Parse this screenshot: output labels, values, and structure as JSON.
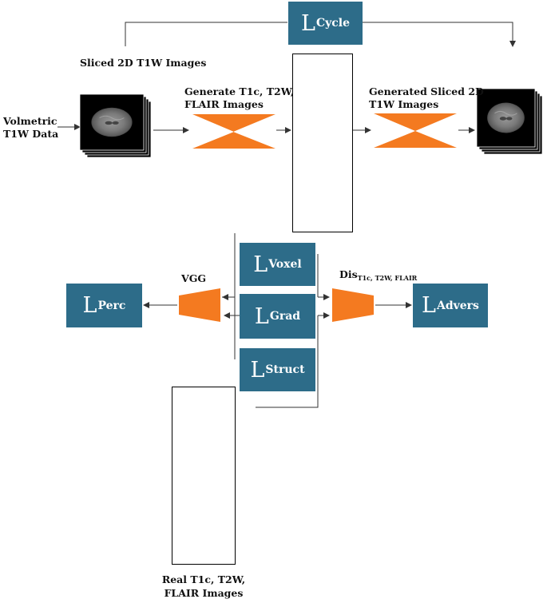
{
  "losses": {
    "cycle": {
      "symbol": "L",
      "sub": "Cycle"
    },
    "voxel": {
      "symbol": "L",
      "sub": "Voxel"
    },
    "grad": {
      "symbol": "L",
      "sub": "Grad"
    },
    "struct": {
      "symbol": "L",
      "sub": "Struct"
    },
    "perc": {
      "symbol": "L",
      "sub": "Perc"
    },
    "advers": {
      "symbol": "L",
      "sub": "Advers"
    }
  },
  "labels": {
    "sliced_2d_t1w": "Sliced 2D T1W Images",
    "volumetric_line1": "Volmetric",
    "volumetric_line2": "T1W Data",
    "generate_line1": "Generate T1c, T2W,",
    "generate_line2": "FLAIR Images",
    "generated_line1": "Generated Sliced 2D",
    "generated_line2": "T1W Images",
    "vgg": "VGG",
    "dis_main": "Dis",
    "dis_sub": "T1c, T2W, FLAIR",
    "real_line1": "Real T1c, T2W,",
    "real_line2": "FLAIR Images"
  },
  "colors": {
    "loss_box": "#2d6c89",
    "network": "#f47a20",
    "stroke": "#333333"
  }
}
